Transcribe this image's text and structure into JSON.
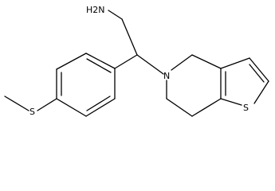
{
  "molecule": {
    "atoms": {
      "amine": "H2N",
      "ring_nitrogen": "N",
      "thiophene_sulfur": "S",
      "thioether_sulfur": "S"
    }
  }
}
